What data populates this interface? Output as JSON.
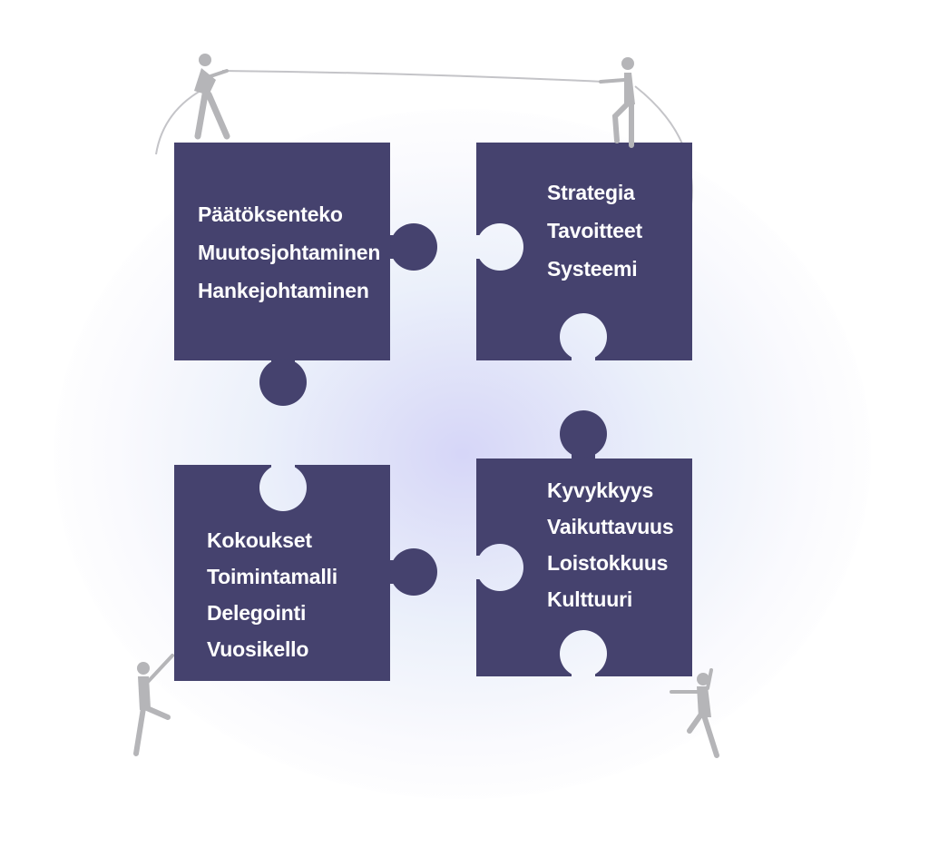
{
  "colors": {
    "piece": "#45426e",
    "figure": "#b5b5b8",
    "text": "#ffffff"
  },
  "pieces": [
    {
      "items": [
        "Päätöksenteko",
        "Muutosjohtaminen",
        "Hankejohtaminen"
      ]
    },
    {
      "items": [
        "Strategia",
        "Tavoitteet",
        "Systeemi"
      ]
    },
    {
      "items": [
        "Kokoukset",
        "Toimintamalli",
        "Delegointi",
        "Vuosikello"
      ]
    },
    {
      "items": [
        "Kyvykkyys",
        "Vaikuttavuus",
        "Loistokkuus",
        "Kulttuuri"
      ]
    }
  ]
}
